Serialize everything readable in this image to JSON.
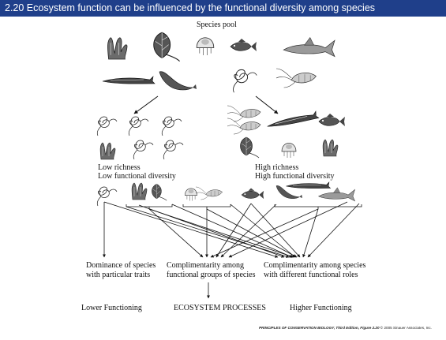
{
  "header": {
    "title": "2.20  Ecosystem function can be influenced by the functional diversity among species"
  },
  "diagram": {
    "species_pool_label": "Species pool",
    "low": {
      "line1": "Low richness",
      "line2": "Low functional diversity"
    },
    "high": {
      "line1": "High richness",
      "line2": "High functional diversity"
    },
    "mechanisms": [
      {
        "line1": "Dominance of species",
        "line2": "with particular traits"
      },
      {
        "line1": "Complimentarity among",
        "line2": "functional groups of species"
      },
      {
        "line1": "Complimentarity among species",
        "line2": "with different functional roles"
      }
    ],
    "outcomes": {
      "lower": "Lower Functioning",
      "center": "ECOSYSTEM PROCESSES",
      "higher": "Higher Functioning"
    }
  },
  "footer": {
    "book": "PRINCIPLES OF CONSERVATION BIOLOGY, Third Edition, Figure 2.20",
    "copyright": " © 2005 Sinauer Associates, Inc."
  }
}
